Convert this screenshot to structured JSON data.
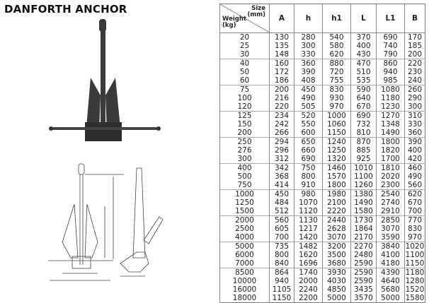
{
  "title": "DANFORTH ANCHOR",
  "table": {
    "corner_size": "Size",
    "corner_size_unit": "(mm)",
    "corner_weight": "Weight",
    "corner_weight_unit": "(kg)",
    "columns": [
      "A",
      "h",
      "h1",
      "L",
      "L1",
      "B"
    ],
    "rows": [
      [
        "20",
        "130",
        "280",
        "540",
        "370",
        "690",
        "170"
      ],
      [
        "25",
        "135",
        "300",
        "580",
        "400",
        "740",
        "185"
      ],
      [
        "30",
        "148",
        "330",
        "620",
        "430",
        "790",
        "200"
      ],
      [
        "40",
        "160",
        "360",
        "880",
        "470",
        "860",
        "220"
      ],
      [
        "50",
        "172",
        "390",
        "720",
        "510",
        "940",
        "230"
      ],
      [
        "60",
        "186",
        "408",
        "755",
        "535",
        "985",
        "240"
      ],
      [
        "75",
        "200",
        "450",
        "830",
        "590",
        "1080",
        "260"
      ],
      [
        "100",
        "216",
        "490",
        "930",
        "640",
        "1180",
        "290"
      ],
      [
        "120",
        "220",
        "505",
        "970",
        "670",
        "1230",
        "300"
      ],
      [
        "125",
        "234",
        "520",
        "1000",
        "690",
        "1270",
        "310"
      ],
      [
        "150",
        "242",
        "550",
        "1060",
        "732",
        "1348",
        "330"
      ],
      [
        "200",
        "266",
        "600",
        "1150",
        "810",
        "1490",
        "360"
      ],
      [
        "250",
        "294",
        "650",
        "1240",
        "870",
        "1800",
        "390"
      ],
      [
        "276",
        "296",
        "660",
        "1250",
        "885",
        "1820",
        "400"
      ],
      [
        "300",
        "312",
        "690",
        "1320",
        "925",
        "1700",
        "420"
      ],
      [
        "400",
        "342",
        "750",
        "1460",
        "1010",
        "1810",
        "460"
      ],
      [
        "500",
        "368",
        "800",
        "1570",
        "1100",
        "2020",
        "490"
      ],
      [
        "750",
        "414",
        "910",
        "1800",
        "1260",
        "2300",
        "560"
      ],
      [
        "1000",
        "450",
        "980",
        "1980",
        "1380",
        "2540",
        "620"
      ],
      [
        "1250",
        "484",
        "1070",
        "2100",
        "1490",
        "2740",
        "670"
      ],
      [
        "1500",
        "512",
        "1120",
        "2220",
        "1580",
        "2910",
        "700"
      ],
      [
        "2000",
        "560",
        "1130",
        "2440",
        "1730",
        "2850",
        "770"
      ],
      [
        "2500",
        "605",
        "1217",
        "2628",
        "1864",
        "3070",
        "830"
      ],
      [
        "4000",
        "700",
        "1420",
        "3070",
        "2170",
        "3590",
        "970"
      ],
      [
        "5000",
        "735",
        "1482",
        "3200",
        "2270",
        "3840",
        "1020"
      ],
      [
        "6000",
        "800",
        "1620",
        "3500",
        "2480",
        "4100",
        "1100"
      ],
      [
        "7000",
        "840",
        "1696",
        "3680",
        "2590",
        "4180",
        "1150"
      ],
      [
        "8500",
        "864",
        "1740",
        "3930",
        "2590",
        "4390",
        "1180"
      ],
      [
        "10000",
        "940",
        "2000",
        "4030",
        "2590",
        "4640",
        "1280"
      ],
      [
        "16000",
        "1105",
        "2240",
        "4850",
        "3435",
        "5680",
        "1520"
      ],
      [
        "18000",
        "1150",
        "2200",
        "5000",
        "3570",
        "5000",
        "1580"
      ]
    ]
  }
}
